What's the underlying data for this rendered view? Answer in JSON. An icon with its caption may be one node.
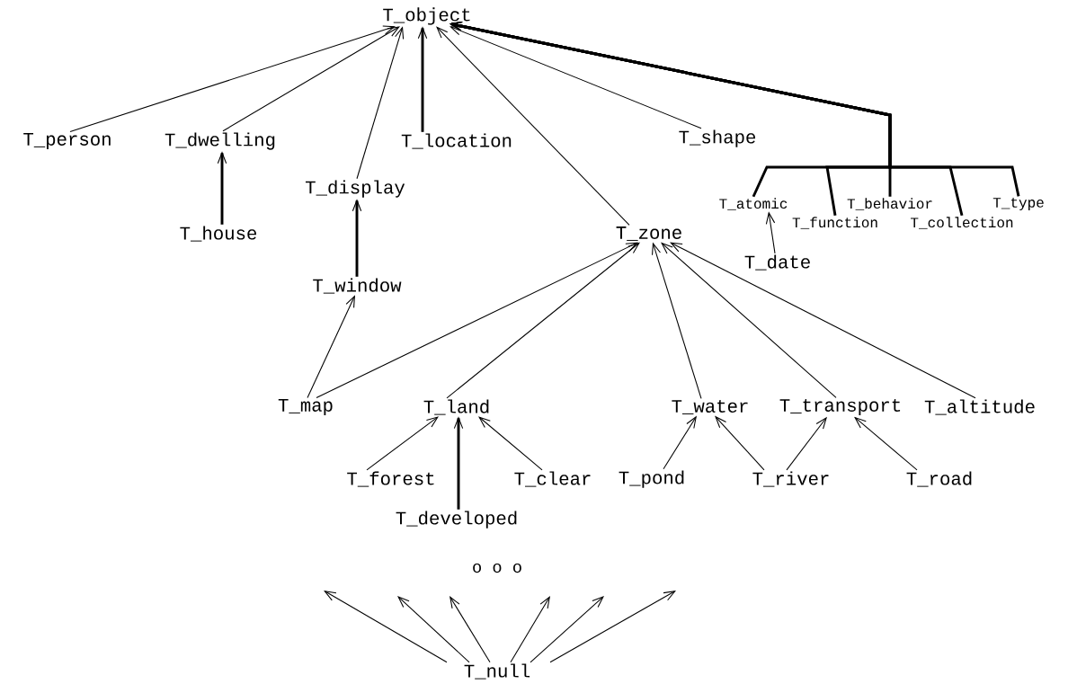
{
  "diagram": {
    "nodes": [
      {
        "text": [
          "T_object"
        ]
      },
      {
        "text": [
          "T_person"
        ]
      },
      {
        "text": [
          "T_dwelling"
        ]
      },
      {
        "text": [
          "T_display"
        ]
      },
      {
        "text": [
          "T_location"
        ]
      },
      {
        "text": [
          "T_shape"
        ]
      },
      {
        "text": [
          "T_atomic"
        ]
      },
      {
        "text": [
          "T_function"
        ]
      },
      {
        "text": [
          "T_behavior"
        ]
      },
      {
        "text": [
          "T_collection"
        ]
      },
      {
        "text": [
          "T_type"
        ]
      },
      {
        "text": [
          "T_house"
        ]
      },
      {
        "text": [
          "T_window"
        ]
      },
      {
        "text": [
          "T_zone"
        ]
      },
      {
        "text": [
          "T_date"
        ]
      },
      {
        "text": [
          "T_map"
        ]
      },
      {
        "text": [
          "T_land"
        ]
      },
      {
        "text": [
          "T_water"
        ]
      },
      {
        "text": [
          "T_transport"
        ]
      },
      {
        "text": [
          "T_altitude"
        ]
      },
      {
        "text": [
          "T_forest"
        ]
      },
      {
        "text": [
          "T_clear"
        ]
      },
      {
        "text": [
          "T_pond"
        ]
      },
      {
        "text": [
          "T_river"
        ]
      },
      {
        "text": [
          "T_road"
        ]
      },
      {
        "text": [
          "T_developed"
        ]
      },
      {
        "text": [
          "T_null"
        ]
      }
    ],
    "edges": [
      {
        "from": 1,
        "to": 0,
        "arrow": "to"
      },
      {
        "from": 2,
        "to": 0,
        "arrow": "to"
      },
      {
        "from": 3,
        "to": 0,
        "arrow": "to"
      },
      {
        "from": 4,
        "to": 0,
        "arrow": "to",
        "style": "thick"
      },
      {
        "from": 13,
        "to": 0,
        "arrow": "to"
      },
      {
        "from": 5,
        "to": 0,
        "arrow": "to"
      },
      {
        "from": 6,
        "to": 0,
        "arrow": "to",
        "style": "thick"
      },
      {
        "from": 7,
        "to": 0,
        "arrow": "to",
        "style": "thick"
      },
      {
        "from": 8,
        "to": 0,
        "arrow": "to",
        "style": "thick"
      },
      {
        "from": 9,
        "to": 0,
        "arrow": "to",
        "style": "thick"
      },
      {
        "from": 10,
        "to": 0,
        "arrow": "to",
        "style": "thick"
      },
      {
        "from": 11,
        "to": 2,
        "arrow": "to",
        "style": "thick"
      },
      {
        "from": 12,
        "to": 3,
        "arrow": "to",
        "style": "thick"
      },
      {
        "from": 14,
        "to": 6,
        "arrow": "to"
      },
      {
        "from": 15,
        "to": 12,
        "arrow": "to"
      },
      {
        "from": 15,
        "to": 13,
        "arrow": "to"
      },
      {
        "from": 16,
        "to": 13,
        "arrow": "to"
      },
      {
        "from": 17,
        "to": 13,
        "arrow": "to"
      },
      {
        "from": 18,
        "to": 13,
        "arrow": "to"
      },
      {
        "from": 19,
        "to": 13,
        "arrow": "to"
      },
      {
        "from": 20,
        "to": 16,
        "arrow": "to"
      },
      {
        "from": 25,
        "to": 16,
        "arrow": "to",
        "style": "thick"
      },
      {
        "from": 21,
        "to": 16,
        "arrow": "to"
      },
      {
        "from": 22,
        "to": 17,
        "arrow": "to"
      },
      {
        "from": 23,
        "to": 17,
        "arrow": "to"
      },
      {
        "from": 23,
        "to": 18,
        "arrow": "to"
      },
      {
        "from": 24,
        "to": 18,
        "arrow": "to"
      },
      {
        "from": 26,
        "to": null,
        "arrow": "to"
      },
      {
        "from": 26,
        "to": null,
        "arrow": "to"
      },
      {
        "from": 26,
        "to": null,
        "arrow": "to"
      },
      {
        "from": 26,
        "to": null,
        "arrow": "to"
      },
      {
        "from": 26,
        "to": null,
        "arrow": "to"
      },
      {
        "from": 26,
        "to": null,
        "arrow": "to"
      }
    ],
    "labels": [
      "o o o"
    ]
  }
}
